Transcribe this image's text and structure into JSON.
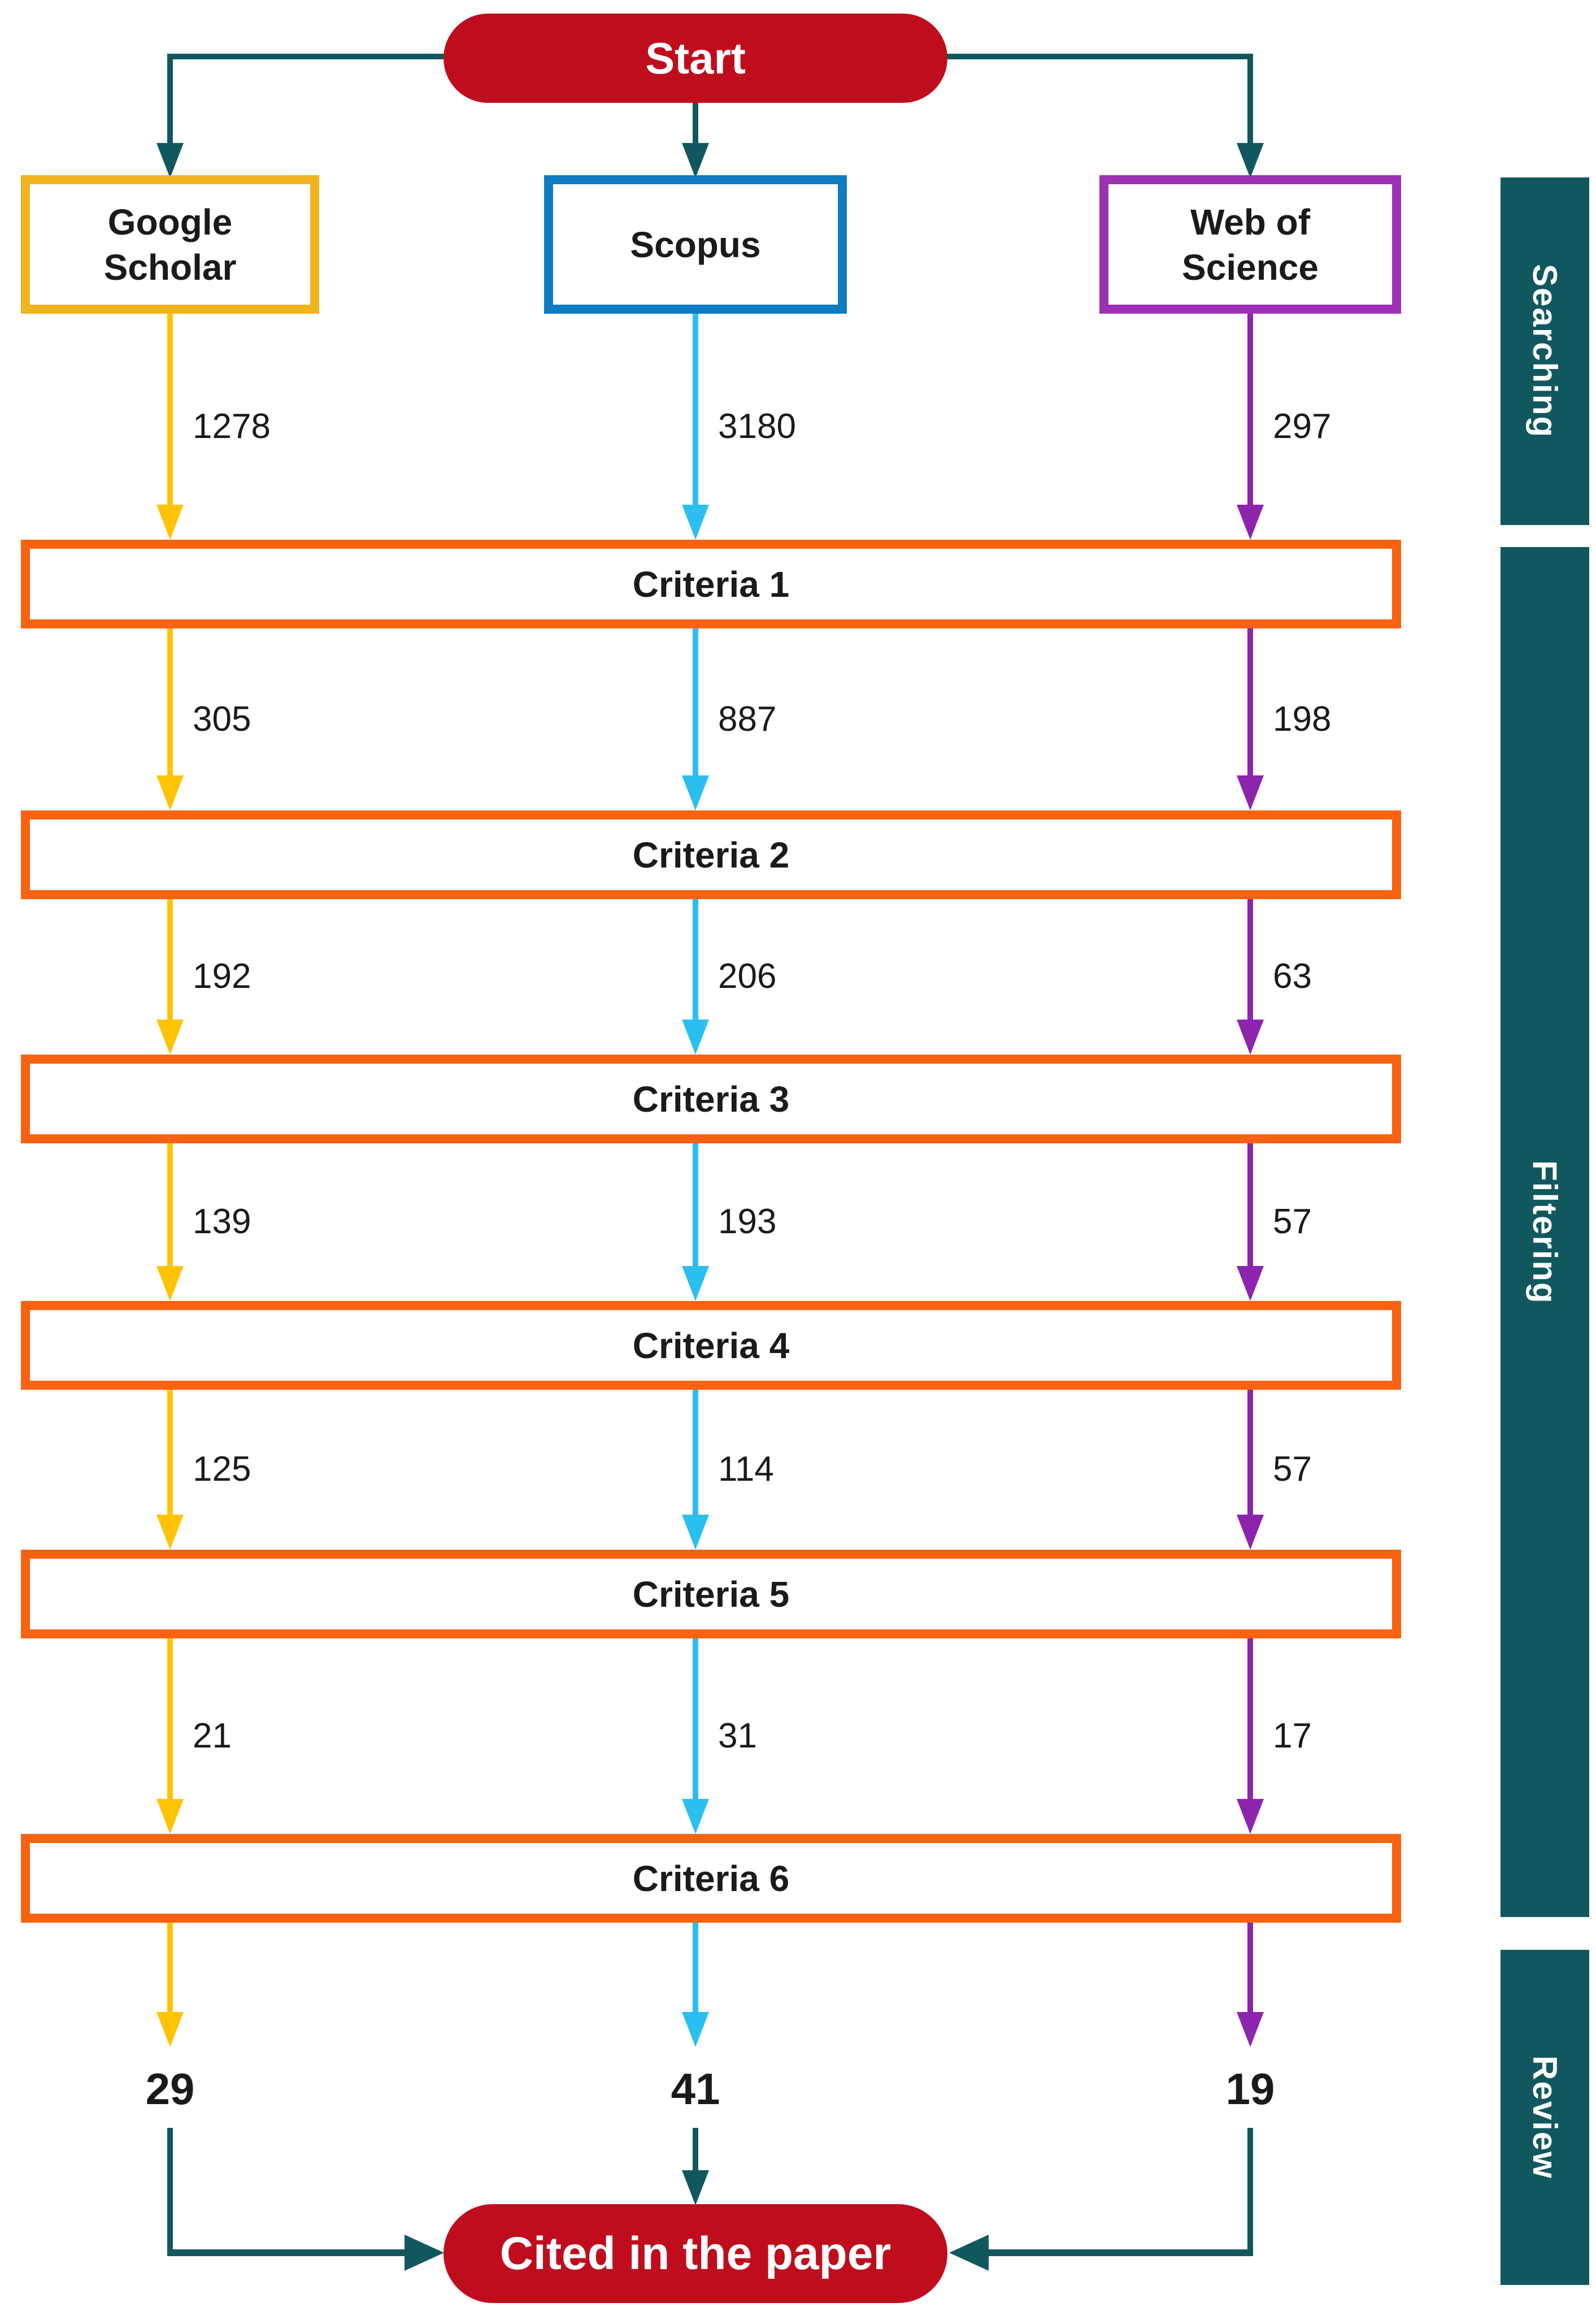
{
  "start": {
    "label": "Start"
  },
  "end": {
    "label": "Cited in the paper"
  },
  "stages": [
    {
      "label": "Searching"
    },
    {
      "label": "Filtering"
    },
    {
      "label": "Review"
    }
  ],
  "criteria": [
    {
      "label": "Criteria 1"
    },
    {
      "label": "Criteria 2"
    },
    {
      "label": "Criteria 3"
    },
    {
      "label": "Criteria 4"
    },
    {
      "label": "Criteria 5"
    },
    {
      "label": "Criteria 6"
    }
  ],
  "columns": [
    {
      "name": "Google Scholar",
      "box_color": "#EFB41F",
      "arrow_color": "#FFC305",
      "counts": [
        "1278",
        "305",
        "192",
        "139",
        "125",
        "21"
      ],
      "final": "29"
    },
    {
      "name": "Scopus",
      "box_color": "#0E7CC1",
      "arrow_color": "#2BBFF0",
      "counts": [
        "3180",
        "887",
        "206",
        "193",
        "114",
        "31"
      ],
      "final": "41"
    },
    {
      "name": "Web of Science",
      "box_color": "#9C31B5",
      "arrow_color": "#8C24AE",
      "counts": [
        "297",
        "198",
        "63",
        "57",
        "57",
        "17"
      ],
      "final": "19"
    }
  ],
  "colors": {
    "teal": "#11585E",
    "red": "#BF0D1E",
    "orange": "#F96211",
    "ink": "#1A1A1A"
  }
}
